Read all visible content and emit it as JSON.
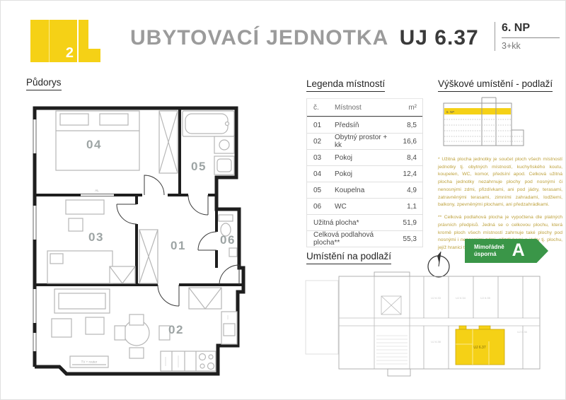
{
  "header": {
    "logo_number": "2",
    "title_gray": "UBYTOVACÍ JEDNOTKA",
    "title_dark": "UJ 6.37",
    "floor": "6. NP",
    "layout": "3+kk"
  },
  "sections": {
    "floorplan": "Půdorys",
    "legend": "Legenda místností",
    "height": "Výškové umístění - podlaží",
    "location": "Umístění na podlaží"
  },
  "legend_table": {
    "headers": {
      "num": "č.",
      "room": "Místnost",
      "area": "m²"
    },
    "rows": [
      {
        "num": "01",
        "room": "Předsíň",
        "area": "8,5"
      },
      {
        "num": "02",
        "room": "Obytný prostor + kk",
        "area": "16,6"
      },
      {
        "num": "03",
        "room": "Pokoj",
        "area": "8,4"
      },
      {
        "num": "04",
        "room": "Pokoj",
        "area": "12,4"
      },
      {
        "num": "05",
        "room": "Koupelna",
        "area": "4,9"
      },
      {
        "num": "06",
        "room": "WC",
        "area": "1,1"
      }
    ],
    "summary": [
      {
        "label": "Užitná plocha*",
        "value": "51,9"
      },
      {
        "label": "Celková podlahová plocha**",
        "value": "55,3"
      }
    ]
  },
  "floorplan": {
    "labels": {
      "r01": "01",
      "r02": "02",
      "r03": "03",
      "r04": "04",
      "r05": "05",
      "r06": "06"
    },
    "al_label": "AL",
    "tv_label": "TV + router"
  },
  "height_diagram": {
    "floor_label": "6. NP"
  },
  "location": {
    "unit_label": "UJ 6.37",
    "units": [
      "UJ 6.33",
      "UJ 6.34",
      "UJ 6.35",
      "UJ 6.38",
      "UJ 6.36"
    ]
  },
  "notes": {
    "note1": "* Užitná plocha jednotky je součet ploch všech místností jednotky tj. obytných místností, kuchyňského koutu, koupelen, WC, komor, předsíní apod. Celková užitná plocha jednotky nezahrnuje plochy pod nosnými či nenosnými zdmi, přizdívkami, ani pod jádry, terasami, zatravněnými terasami, zimními zahradami, lodžiemi, balkony, zpevněnými plochami, ani předzahrádkami.",
    "note2": "** Celková podlahová plocha je vypočtena dle platných právních předpisů. Jedná se o celkovou plochu, která kromě ploch všech místností zahrnuje také plochy pod nosnými i nenosnými zdmi, přizdívkami a jádry tj. plochu, jejíž hranici tvoří obvodové zdi jednotky."
  },
  "energy": {
    "line1": "Mimořádně",
    "line2": "úsporná",
    "grade": "A"
  },
  "colors": {
    "brand_yellow": "#F5D116",
    "energy_green": "#3A9648"
  }
}
